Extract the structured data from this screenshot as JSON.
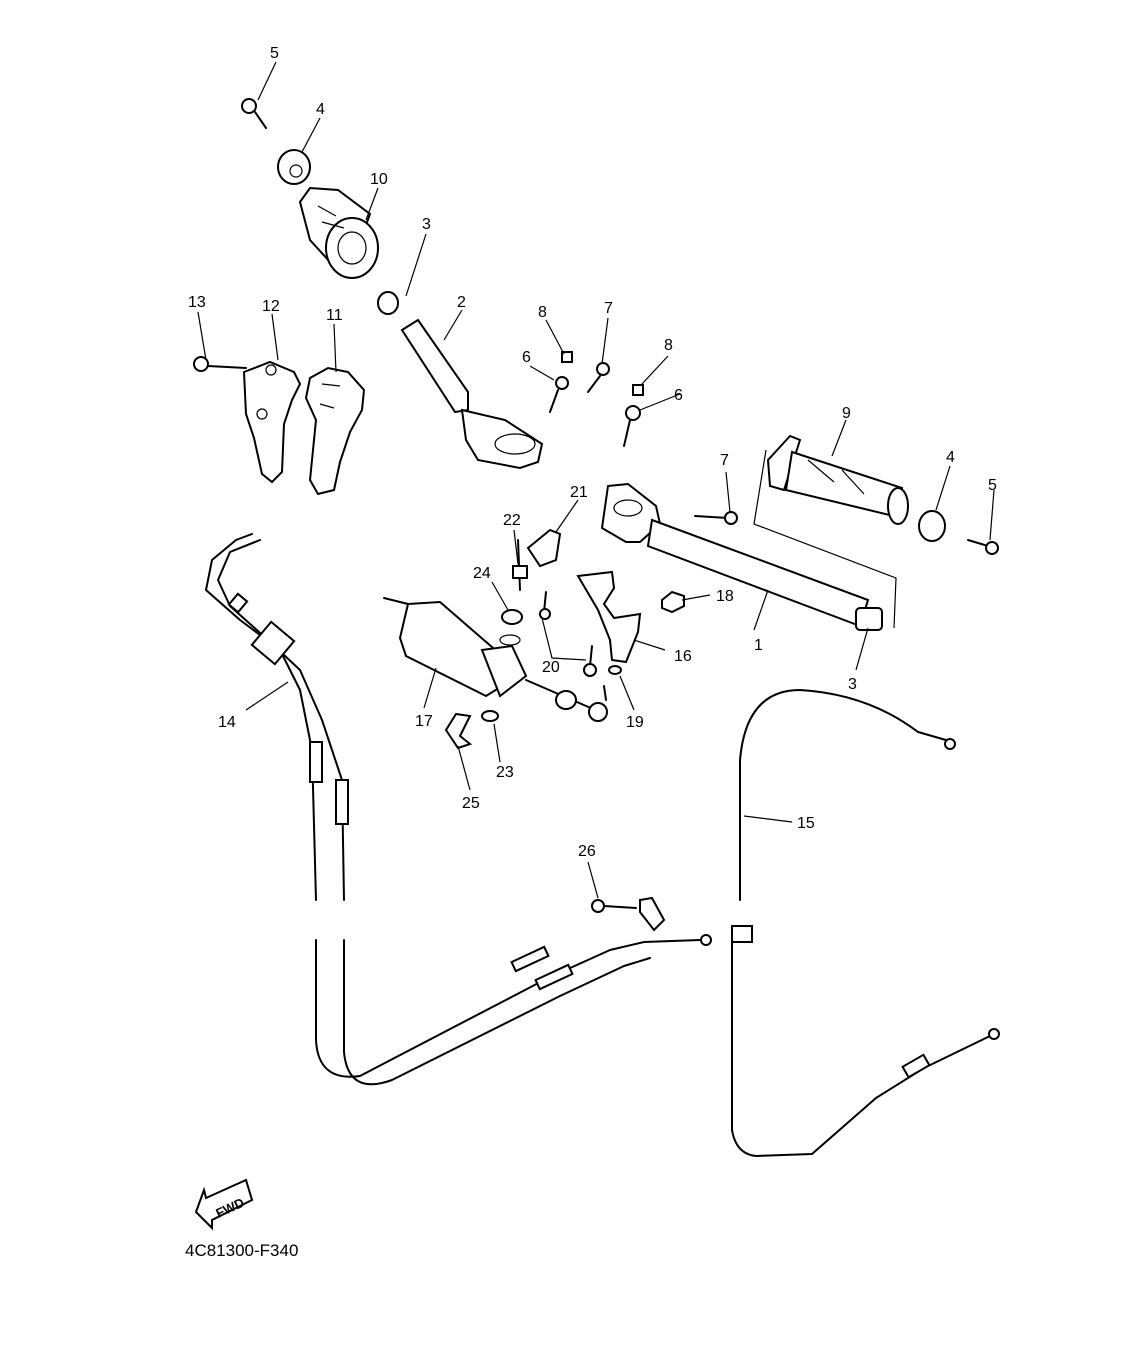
{
  "callouts": [
    {
      "id": "c5a",
      "label": "5"
    },
    {
      "id": "c4a",
      "label": "4"
    },
    {
      "id": "c10",
      "label": "10"
    },
    {
      "id": "c3a",
      "label": "3"
    },
    {
      "id": "c13",
      "label": "13"
    },
    {
      "id": "c12",
      "label": "12"
    },
    {
      "id": "c11",
      "label": "11"
    },
    {
      "id": "c2",
      "label": "2"
    },
    {
      "id": "c8a",
      "label": "8"
    },
    {
      "id": "c7a",
      "label": "7"
    },
    {
      "id": "c6a",
      "label": "6"
    },
    {
      "id": "c8b",
      "label": "8"
    },
    {
      "id": "c6b",
      "label": "6"
    },
    {
      "id": "c9",
      "label": "9"
    },
    {
      "id": "c4b",
      "label": "4"
    },
    {
      "id": "c5b",
      "label": "5"
    },
    {
      "id": "c7b",
      "label": "7"
    },
    {
      "id": "c21",
      "label": "21"
    },
    {
      "id": "c22",
      "label": "22"
    },
    {
      "id": "c24",
      "label": "24"
    },
    {
      "id": "c18",
      "label": "18"
    },
    {
      "id": "c1",
      "label": "1"
    },
    {
      "id": "c16",
      "label": "16"
    },
    {
      "id": "c20",
      "label": "20"
    },
    {
      "id": "c3b",
      "label": "3"
    },
    {
      "id": "c14",
      "label": "14"
    },
    {
      "id": "c17",
      "label": "17"
    },
    {
      "id": "c19",
      "label": "19"
    },
    {
      "id": "c23",
      "label": "23"
    },
    {
      "id": "c25",
      "label": "25"
    },
    {
      "id": "c15",
      "label": "15"
    },
    {
      "id": "c26",
      "label": "26"
    }
  ],
  "fwd_label": "FWD",
  "diagram_code": "4C81300-F340"
}
